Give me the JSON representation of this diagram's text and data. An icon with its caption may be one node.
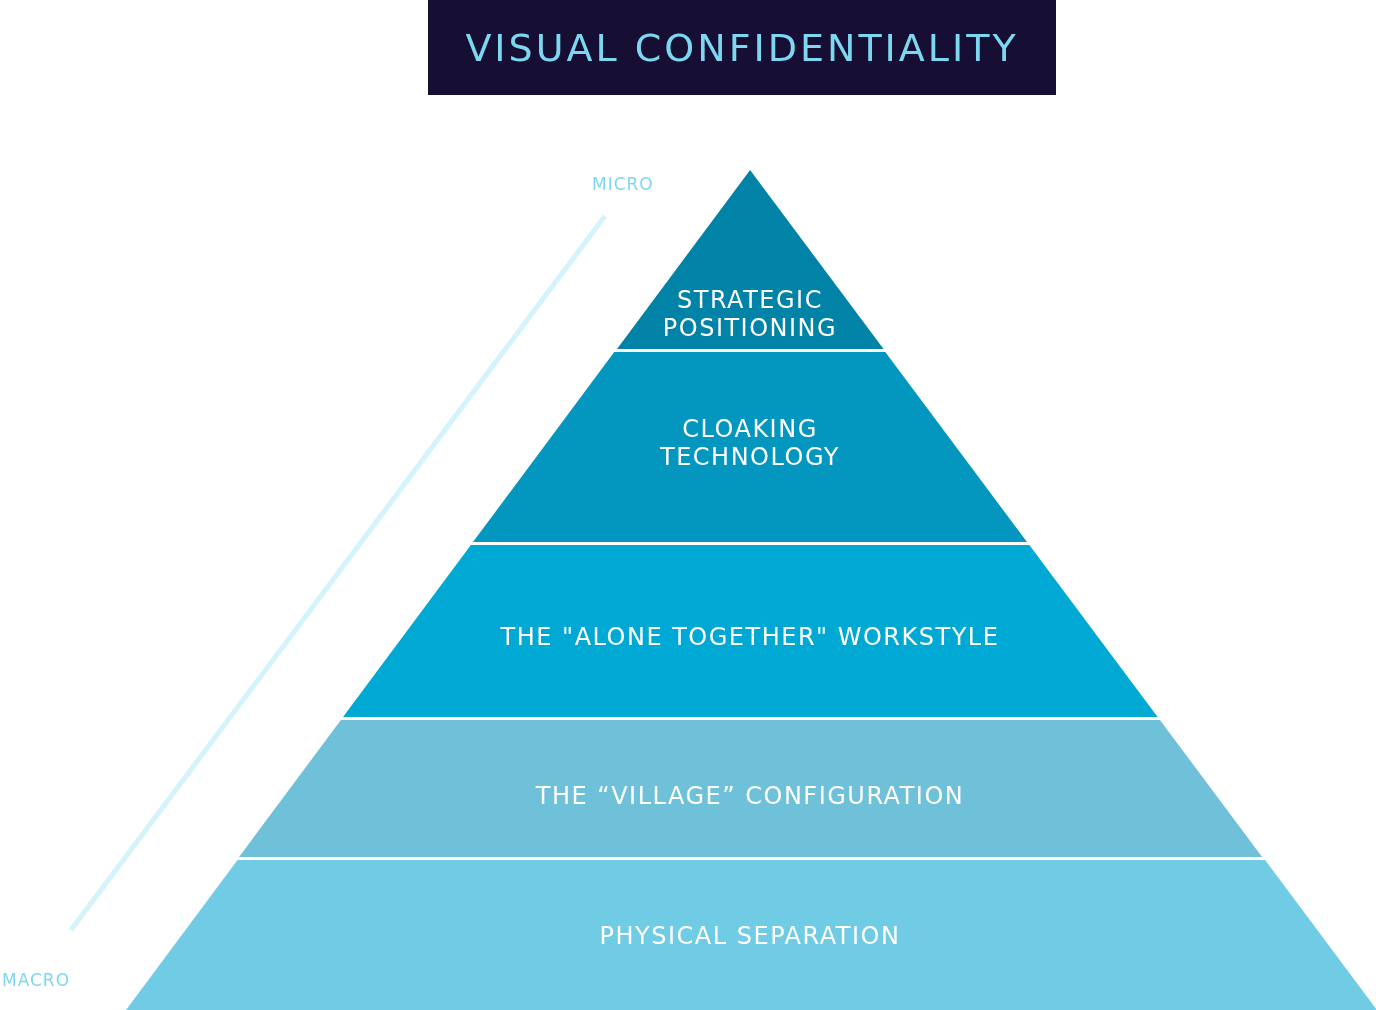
{
  "diagram": {
    "title": "VISUAL CONFIDENTIALITY",
    "nodes": [
      {
        "text": [
          "STRATEGIC POSITIONING"
        ]
      },
      {
        "text": [
          "CLOAKING TECHNOLOGY"
        ]
      },
      {
        "text": [
          "THE \"ALONE TOGETHER\" WORKSTYLE"
        ]
      },
      {
        "text": [
          "THE “VILLAGE” CONFIGURATION"
        ]
      },
      {
        "text": [
          "PHYSICAL SEPARATION"
        ]
      }
    ],
    "labels": [
      "MICRO",
      "MACRO"
    ]
  }
}
